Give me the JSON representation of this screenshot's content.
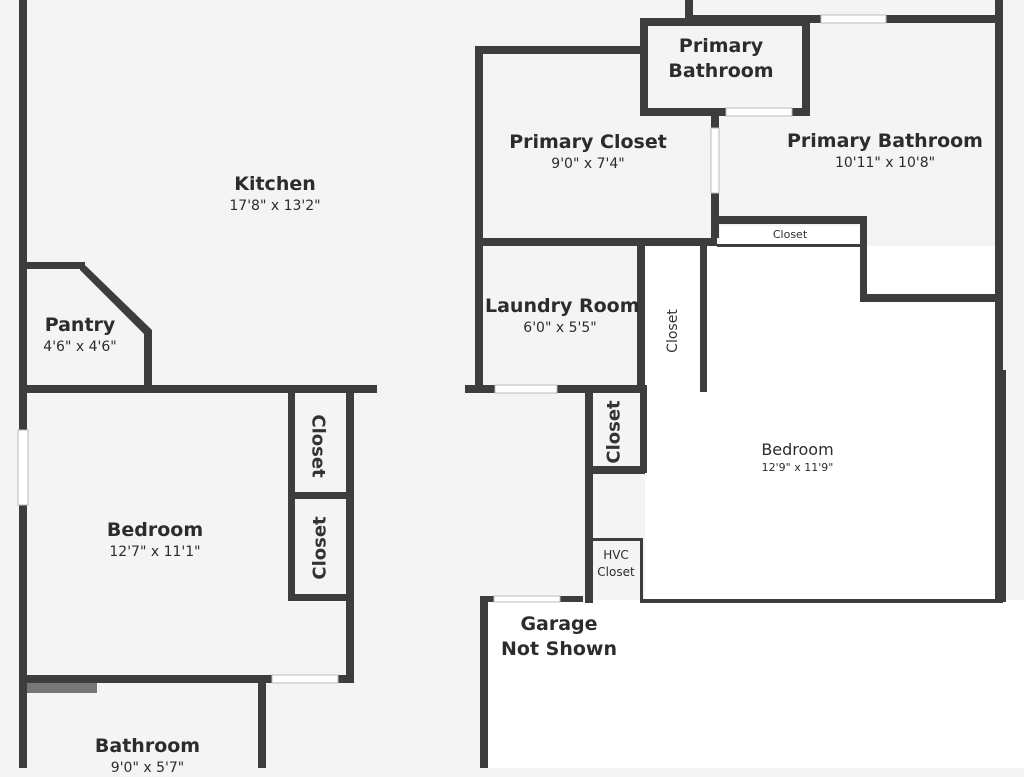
{
  "rooms": {
    "kitchen": {
      "name": "Kitchen",
      "dims": "17'8\" x 13'2\""
    },
    "pantry": {
      "name": "Pantry",
      "dims": "4'6\" x 4'6\""
    },
    "bedroom_left": {
      "name": "Bedroom",
      "dims": "12'7\" x 11'1\""
    },
    "bathroom": {
      "name": "Bathroom",
      "dims": "9'0\" x 5'7\""
    },
    "primary_bath_small": {
      "name": "Primary Bathroom"
    },
    "primary_closet": {
      "name": "Primary Closet",
      "dims": "9'0\" x 7'4\""
    },
    "primary_bathroom": {
      "name": "Primary Bathroom",
      "dims": "10'11\" x 10'8\""
    },
    "laundry": {
      "name": "Laundry Room",
      "dims": "6'0\" x 5'5\""
    },
    "bedroom_right": {
      "name": "Bedroom",
      "dims": "12'9\" x 11'9\""
    },
    "garage": {
      "name": "Garage Not Shown"
    }
  },
  "closets": {
    "small_top": "Closet",
    "laundry_side": "Closet",
    "mid": "Closet",
    "left_upper": "Closet",
    "left_lower": "Closet",
    "hvc": "HVC Closet"
  }
}
